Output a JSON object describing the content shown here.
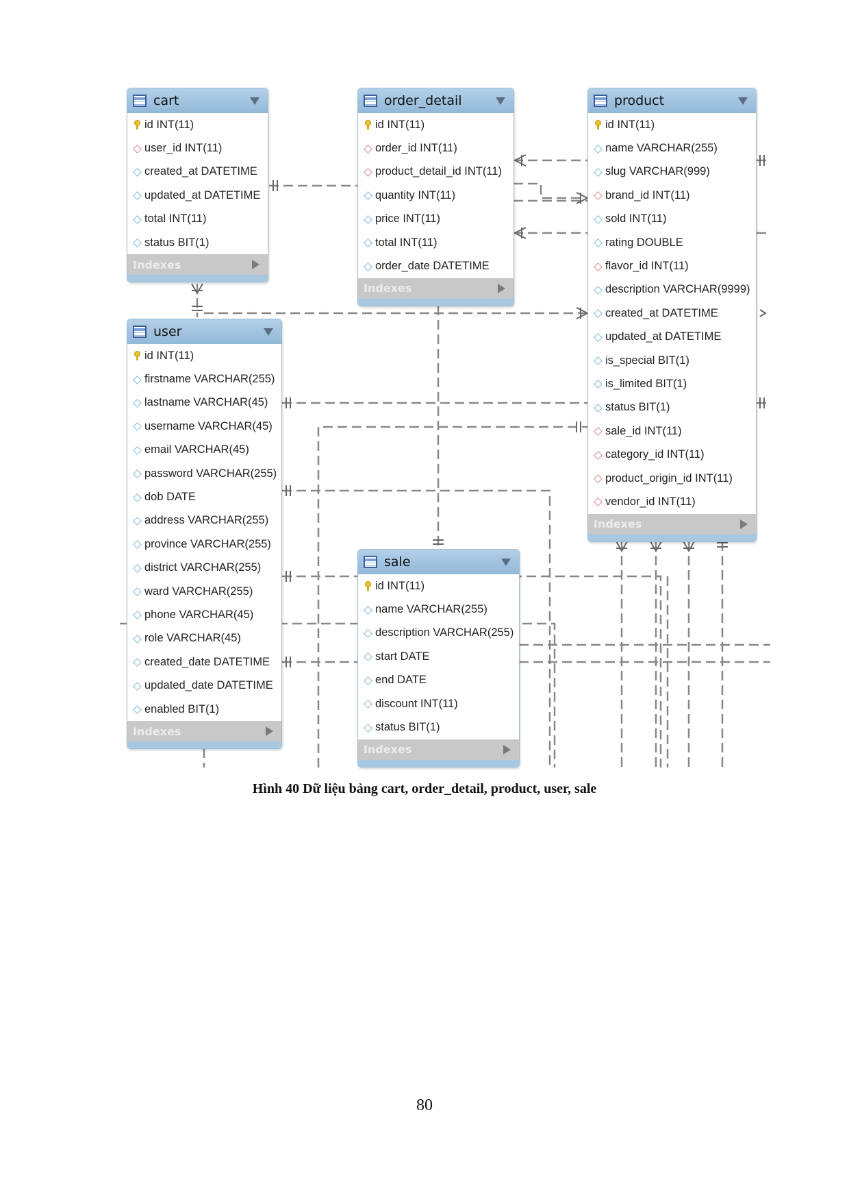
{
  "diagram": {
    "indexes_label": "Indexes",
    "entities": [
      {
        "title": "cart",
        "columns": [
          {
            "text": "id INT(11)",
            "icon": "key"
          },
          {
            "text": "user_id INT(11)",
            "icon": "fk"
          },
          {
            "text": "created_at DATETIME",
            "icon": "diamond"
          },
          {
            "text": "updated_at DATETIME",
            "icon": "diamond"
          },
          {
            "text": "total INT(11)",
            "icon": "diamond"
          },
          {
            "text": "status BIT(1)",
            "icon": "diamond"
          }
        ]
      },
      {
        "title": "order_detail",
        "columns": [
          {
            "text": "id INT(11)",
            "icon": "key"
          },
          {
            "text": "order_id INT(11)",
            "icon": "fk"
          },
          {
            "text": "product_detail_id INT(11)",
            "icon": "fk"
          },
          {
            "text": "quantity INT(11)",
            "icon": "diamond"
          },
          {
            "text": "price INT(11)",
            "icon": "diamond"
          },
          {
            "text": "total INT(11)",
            "icon": "diamond"
          },
          {
            "text": "order_date DATETIME",
            "icon": "diamond"
          }
        ]
      },
      {
        "title": "product",
        "columns": [
          {
            "text": "id INT(11)",
            "icon": "key"
          },
          {
            "text": "name VARCHAR(255)",
            "icon": "diamond"
          },
          {
            "text": "slug VARCHAR(999)",
            "icon": "diamond"
          },
          {
            "text": "brand_id INT(11)",
            "icon": "fk"
          },
          {
            "text": "sold INT(11)",
            "icon": "diamond"
          },
          {
            "text": "rating DOUBLE",
            "icon": "diamond"
          },
          {
            "text": "flavor_id INT(11)",
            "icon": "fk"
          },
          {
            "text": "description VARCHAR(9999)",
            "icon": "diamond"
          },
          {
            "text": "created_at DATETIME",
            "icon": "diamond"
          },
          {
            "text": "updated_at DATETIME",
            "icon": "diamond"
          },
          {
            "text": "is_special BIT(1)",
            "icon": "diamond"
          },
          {
            "text": "is_limited BIT(1)",
            "icon": "diamond"
          },
          {
            "text": "status BIT(1)",
            "icon": "diamond"
          },
          {
            "text": "sale_id INT(11)",
            "icon": "fk"
          },
          {
            "text": "category_id INT(11)",
            "icon": "fk"
          },
          {
            "text": "product_origin_id INT(11)",
            "icon": "fk"
          },
          {
            "text": "vendor_id INT(11)",
            "icon": "fk"
          }
        ]
      },
      {
        "title": "user",
        "columns": [
          {
            "text": "id INT(11)",
            "icon": "key"
          },
          {
            "text": "firstname VARCHAR(255)",
            "icon": "diamond"
          },
          {
            "text": "lastname VARCHAR(45)",
            "icon": "diamond"
          },
          {
            "text": "username VARCHAR(45)",
            "icon": "diamond"
          },
          {
            "text": "email VARCHAR(45)",
            "icon": "diamond"
          },
          {
            "text": "password VARCHAR(255)",
            "icon": "diamond"
          },
          {
            "text": "dob DATE",
            "icon": "diamond"
          },
          {
            "text": "address VARCHAR(255)",
            "icon": "diamond"
          },
          {
            "text": "province VARCHAR(255)",
            "icon": "diamond"
          },
          {
            "text": "district VARCHAR(255)",
            "icon": "diamond"
          },
          {
            "text": "ward VARCHAR(255)",
            "icon": "diamond"
          },
          {
            "text": "phone VARCHAR(45)",
            "icon": "diamond"
          },
          {
            "text": "role VARCHAR(45)",
            "icon": "diamond"
          },
          {
            "text": "created_date DATETIME",
            "icon": "diamond"
          },
          {
            "text": "updated_date DATETIME",
            "icon": "diamond"
          },
          {
            "text": "enabled BIT(1)",
            "icon": "diamond"
          }
        ]
      },
      {
        "title": "sale",
        "columns": [
          {
            "text": "id INT(11)",
            "icon": "key"
          },
          {
            "text": "name VARCHAR(255)",
            "icon": "diamond"
          },
          {
            "text": "description VARCHAR(255)",
            "icon": "diamond"
          },
          {
            "text": "start DATE",
            "icon": "diamond"
          },
          {
            "text": "end DATE",
            "icon": "diamond"
          },
          {
            "text": "discount INT(11)",
            "icon": "diamond"
          },
          {
            "text": "status BIT(1)",
            "icon": "diamond"
          }
        ]
      }
    ]
  },
  "caption": "Hình 40 Dữ liệu bảng cart, order_detail, product, user, sale",
  "page_number": "80"
}
